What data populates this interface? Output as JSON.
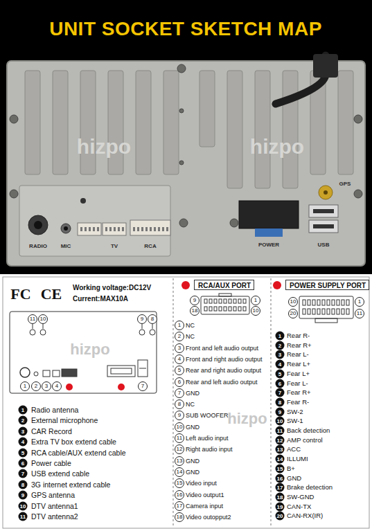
{
  "diagram": {
    "title": "UNIT SOCKET SKETCH MAP",
    "nodes": [
      {
        "text": [
          "RCA/AUX PORT"
        ]
      },
      {
        "text": [
          "POWER SUPPLY PORT"
        ]
      }
    ],
    "labels": [
      "RADIO",
      "MIC",
      "TV",
      "RCA",
      "POWER",
      "USB",
      "GPS",
      "hizpo",
      "hizpo",
      "FC",
      "CE",
      "Working voltage:DC12V",
      "Current:MAX10A",
      "11",
      "10",
      "9",
      "8",
      "1",
      "2",
      "3",
      "4",
      "7",
      "hizpo",
      "hizpo",
      "9",
      "1",
      "18",
      "10",
      "10",
      "1",
      "20",
      "11",
      "1",
      "Radio antenna",
      "2",
      "External microphone",
      "3",
      "CAR Record",
      "4",
      "Extra TV box extend cable",
      "5",
      "RCA cable/AUX extend cable",
      "6",
      "Power cable",
      "7",
      "USB extend cable",
      "8",
      "3G internet extend cable",
      "9",
      "GPS antenna",
      "10",
      "DTV antenna1",
      "11",
      "DTV antenna2",
      "1",
      "NC",
      "2",
      "NC",
      "3",
      "Front and left audio output",
      "4",
      "Front and right audio output",
      "5",
      "Rear and right audio output",
      "6",
      "Rear and left audio output",
      "7",
      "GND",
      "8",
      "NC",
      "9",
      "SUB WOOFER",
      "10",
      "GND",
      "11",
      "Left audio input",
      "12",
      "Right audio input",
      "13",
      "GND",
      "14",
      "GND",
      "15",
      "Video input",
      "16",
      "Video output1",
      "17",
      "Camera input",
      "18",
      "Video outopput2",
      "1",
      "Rear R-",
      "2",
      "Rear R+",
      "3",
      "Rear L-",
      "4",
      "Rear L+",
      "5",
      "Fear L+",
      "6",
      "Fear L-",
      "7",
      "Fear R+",
      "8",
      "Fear R-",
      "9",
      "SW-2",
      "10",
      "SW-1",
      "11",
      "Back detection",
      "12",
      "AMP control",
      "13",
      "ACC",
      "14",
      "ILLUMI",
      "15",
      "B+",
      "16",
      "GND",
      "17",
      "Brake detection",
      "18",
      "SW-GND",
      "19",
      "CAN-TX",
      "20",
      "CAN-RX(IR)"
    ]
  }
}
